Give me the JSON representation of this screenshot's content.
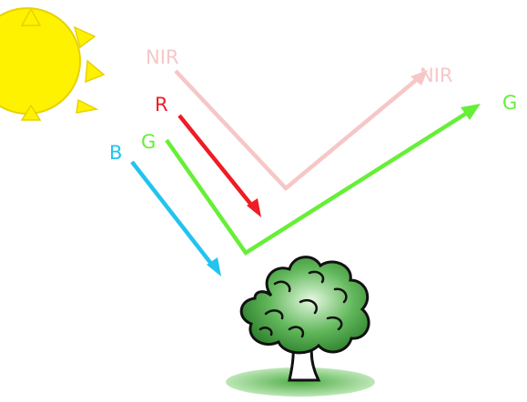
{
  "labels": {
    "nir_in": "NIR",
    "nir_out": "NIR",
    "red": "R",
    "green_in": "G",
    "green_out": "G",
    "blue": "B"
  },
  "colors": {
    "nir": "#f6c7c7",
    "red": "#ef1c24",
    "green": "#66ef36",
    "blue": "#22c3ef",
    "sun": "#fff200",
    "sun_outline": "#e6d200",
    "tree_dark": "#2f8a2f",
    "tree_light": "#c9f0c4",
    "ground": "#7fce74",
    "outline": "#111111"
  },
  "icons": {
    "sun": "sun-icon",
    "tree": "tree-icon"
  }
}
